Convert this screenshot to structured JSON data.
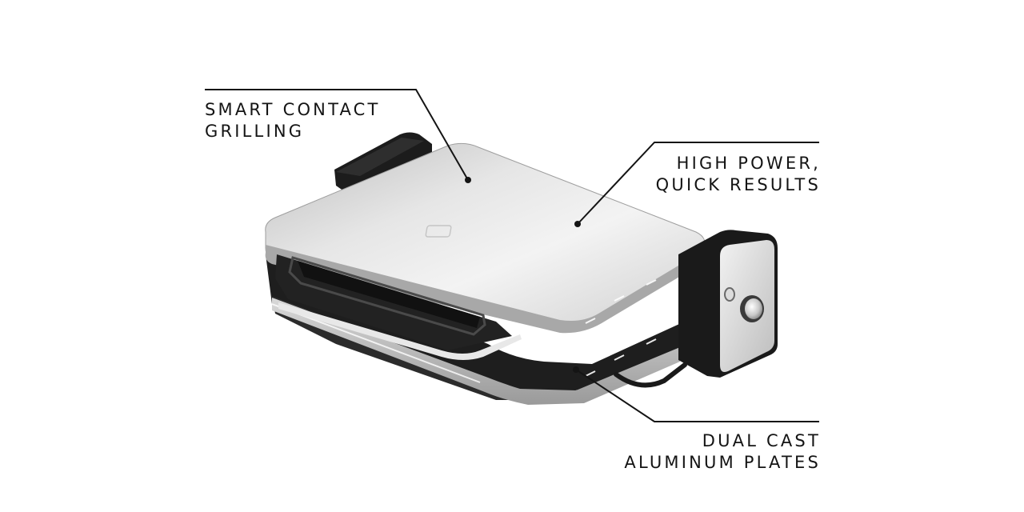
{
  "image": {
    "subject": "contact grill product feature diagram",
    "background_color": "#ffffff",
    "line_color": "#141414"
  },
  "callouts": [
    {
      "id": "smart-contact-grilling",
      "lines": [
        "SMART CONTACT",
        "GRILLING"
      ],
      "position": "top-left",
      "points_to": "lid top surface"
    },
    {
      "id": "high-power-quick-results",
      "lines": [
        "HIGH POWER,",
        "QUICK RESULTS"
      ],
      "position": "top-right",
      "points_to": "lid right surface"
    },
    {
      "id": "dual-cast-aluminum-plates",
      "lines": [
        "DUAL CAST",
        "ALUMINUM PLATES"
      ],
      "position": "bottom-right",
      "points_to": "cooking plates edge"
    }
  ],
  "product": {
    "parts": [
      "stainless lid",
      "front handle",
      "rear hinge",
      "control box",
      "temperature knob",
      "indicator light",
      "black base",
      "power cord"
    ]
  }
}
